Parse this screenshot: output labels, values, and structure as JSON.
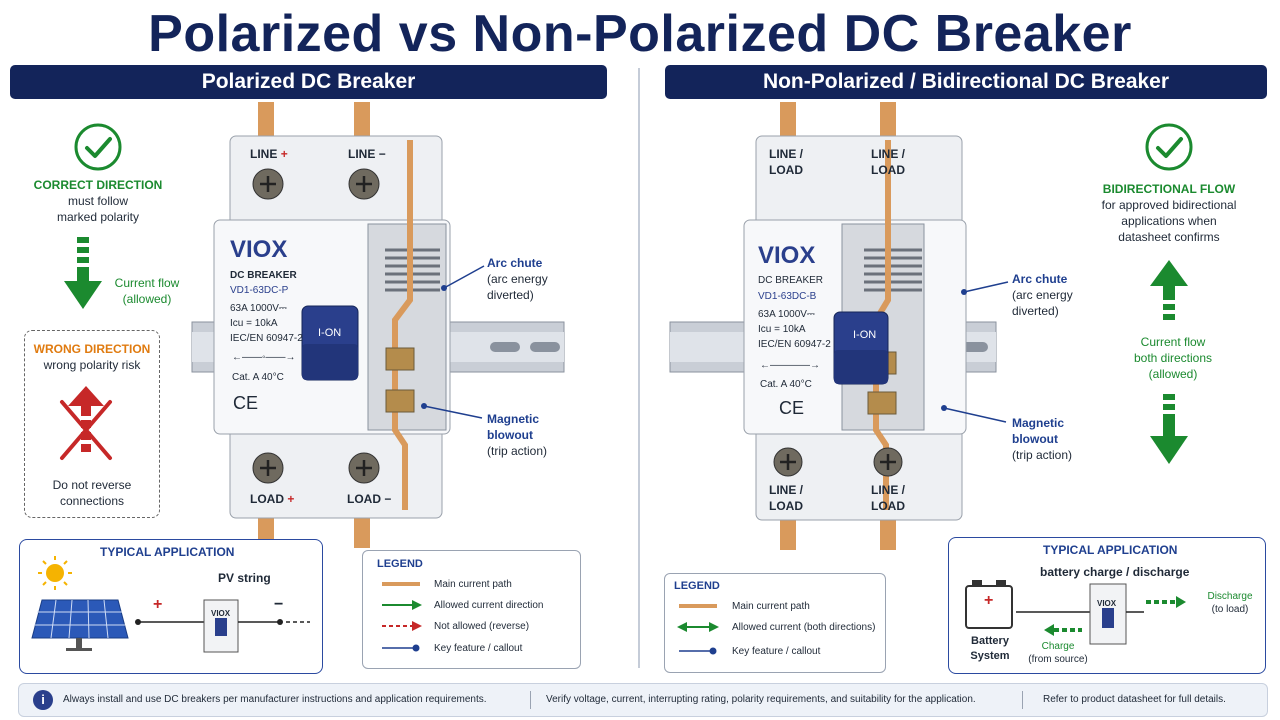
{
  "title": "Polarized vs Non-Polarized DC Breaker",
  "left": {
    "banner": "Polarized DC Breaker",
    "correct": {
      "heading": "CORRECT DIRECTION",
      "line1": "must follow",
      "line2": "marked polarity",
      "flow1": "Current flow",
      "flow2": "(allowed)"
    },
    "wrong": {
      "heading": "WRONG DIRECTION",
      "sub": "wrong polarity risk",
      "line1": "Do not reverse",
      "line2": "connections"
    },
    "terminals": {
      "line_pos": "LINE",
      "line_neg": "LINE",
      "load_pos": "LOAD",
      "load_neg": "LOAD",
      "plus": "+",
      "minus": "−"
    },
    "breaker": {
      "brand": "VIOX",
      "type": "DC BREAKER",
      "model": "VD1-63DC-P",
      "rating": "63A   1000V⎓",
      "icu": "Icu = 10kA",
      "std": "IEC/EN 60947-2",
      "arrows": "←——◦——→",
      "cat": "Cat. A     40°C",
      "ce": "CE",
      "ion": "I-ON"
    },
    "callouts": {
      "arc_title": "Arc chute",
      "arc_1": "(arc energy",
      "arc_2": "diverted)",
      "mag_1": "Magnetic",
      "mag_2": "blowout",
      "mag_3": "(trip action)"
    },
    "app": {
      "heading": "TYPICAL APPLICATION",
      "sub": "PV string",
      "plus": "+",
      "minus": "−",
      "viox": "VIOX"
    },
    "legend": {
      "heading": "LEGEND",
      "items": [
        "Main current path",
        "Allowed current direction",
        "Not allowed (reverse)",
        "Key feature / callout"
      ]
    }
  },
  "right": {
    "banner": "Non-Polarized / Bidirectional DC Breaker",
    "bidir": {
      "heading": "BIDIRECTIONAL FLOW",
      "line1": "for approved bidirectional",
      "line2": "applications when",
      "line3": "datasheet confirms",
      "flow1": "Current flow",
      "flow2": "both directions",
      "flow3": "(allowed)"
    },
    "terminals": {
      "t1a": "LINE /",
      "t1b": "LOAD",
      "t2a": "LINE /",
      "t2b": "LOAD",
      "t3a": "LINE /",
      "t3b": "LOAD",
      "t4a": "LINE /",
      "t4b": "LOAD"
    },
    "breaker": {
      "brand": "VIOX",
      "type": "DC BREAKER",
      "model": "VD1-63DC-B",
      "rating": "63A   1000V⎓",
      "icu": "Icu = 10kA",
      "std": "IEC/EN 60947-2",
      "arrows": "←————→",
      "cat": "Cat. A     40°C",
      "ce": "CE",
      "ion": "I-ON"
    },
    "callouts": {
      "arc_title": "Arc chute",
      "arc_1": "(arc energy",
      "arc_2": "diverted)",
      "mag_1": "Magnetic",
      "mag_2": "blowout",
      "mag_3": "(trip action)"
    },
    "app": {
      "heading": "TYPICAL APPLICATION",
      "sub": "battery charge / discharge",
      "battery_1": "Battery",
      "battery_2": "System",
      "plus": "+",
      "viox": "VIOX",
      "discharge_1": "Discharge",
      "discharge_2": "(to load)",
      "charge_1": "Charge",
      "charge_2": "(from source)"
    },
    "legend": {
      "heading": "LEGEND",
      "items": [
        "Main current path",
        "Allowed current (both directions)",
        "Key feature / callout"
      ]
    }
  },
  "footer": {
    "info_icon": "i",
    "text1": "Always install and use DC breakers per manufacturer instructions and application requirements.",
    "text2": "Verify voltage, current, interrupting rating, polarity requirements, and suitability for the application.",
    "text3": "Refer to product datasheet for full details."
  },
  "colors": {
    "navy": "#13245a",
    "green": "#1b8a2f",
    "red": "#c62828",
    "copper": "#d99a5c",
    "blue": "#1f3f8f"
  }
}
